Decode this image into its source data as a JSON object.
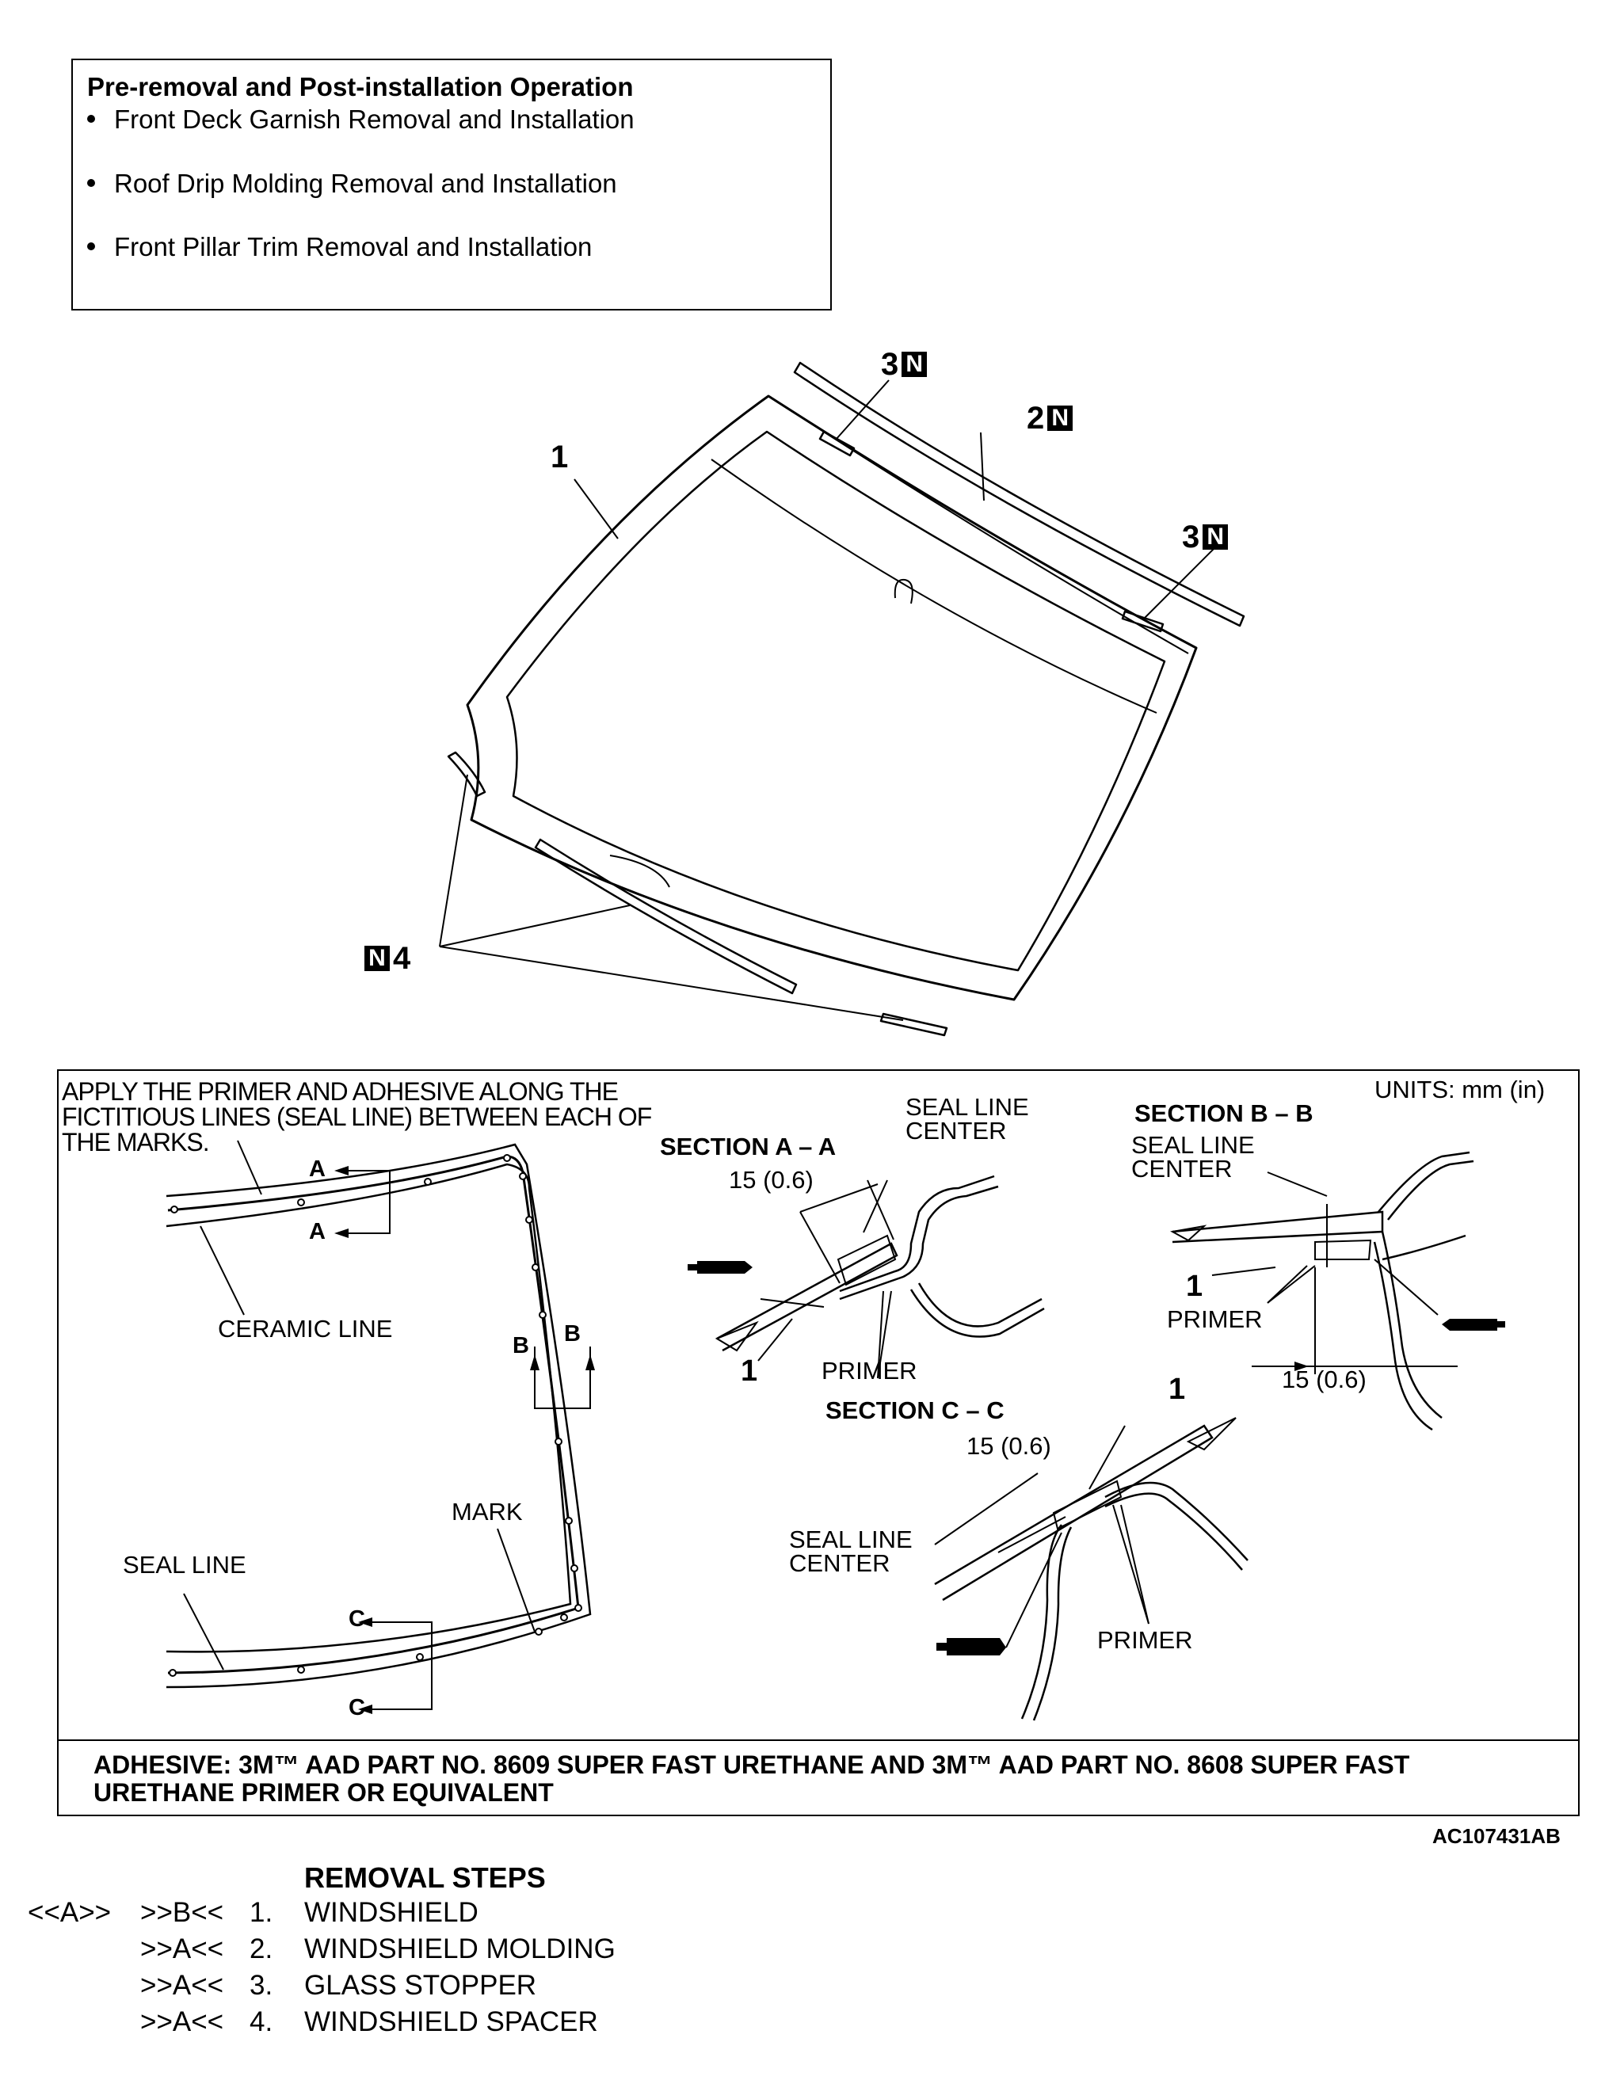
{
  "preop": {
    "title": "Pre-removal and Post-installation Operation",
    "items": [
      "Front Deck Garnish Removal and Installation",
      "Roof Drip Molding Removal and Installation",
      "Front Pillar Trim Removal and Installation"
    ]
  },
  "exploded": {
    "callouts": {
      "c1": "1",
      "c2_num": "2",
      "c2_mark": "N",
      "c3a_num": "3",
      "c3a_mark": "N",
      "c3b_num": "3",
      "c3b_mark": "N",
      "c4_mark": "N",
      "c4_num": "4"
    }
  },
  "detail": {
    "instruction": [
      "APPLY THE PRIMER AND ADHESIVE ALONG THE",
      "FICTITIOUS LINES (SEAL LINE) BETWEEN EACH OF",
      "THE MARKS."
    ],
    "units": "UNITS: mm (in)",
    "labels": {
      "ceramic_line": "CERAMIC LINE",
      "seal_line": "SEAL LINE",
      "mark": "MARK",
      "a_top": "A",
      "a_bot": "A",
      "b_left": "B",
      "b_right": "B",
      "c_top": "C",
      "c_bot": "C"
    },
    "section_aa": {
      "title": "SECTION A – A",
      "seal_center": [
        "SEAL LINE",
        "CENTER"
      ],
      "dim": "15 (0.6)",
      "primer": "PRIMER",
      "part": "1"
    },
    "section_bb": {
      "title": "SECTION B – B",
      "seal_center": [
        "SEAL LINE",
        "CENTER"
      ],
      "dim": "15 (0.6)",
      "primer": "PRIMER",
      "part": "1"
    },
    "section_cc": {
      "title": "SECTION C – C",
      "seal_center": [
        "SEAL LINE",
        "CENTER"
      ],
      "dim": "15 (0.6)",
      "primer": "PRIMER",
      "part": "1"
    },
    "adhesive": [
      "ADHESIVE: 3M™ AAD PART NO. 8609 SUPER FAST URETHANE AND 3M™ AAD PART NO. 8608 SUPER FAST",
      "URETHANE PRIMER OR EQUIVALENT"
    ]
  },
  "figure_id": "AC107431AB",
  "removal": {
    "heading": "REMOVAL STEPS",
    "steps": [
      {
        "ref1": "<<A>>",
        "ref2": ">>B<<",
        "num": "1.",
        "label": "WINDSHIELD"
      },
      {
        "ref1": "",
        "ref2": ">>A<<",
        "num": "2.",
        "label": "WINDSHIELD MOLDING"
      },
      {
        "ref1": "",
        "ref2": ">>A<<",
        "num": "3.",
        "label": "GLASS STOPPER"
      },
      {
        "ref1": "",
        "ref2": ">>A<<",
        "num": "4.",
        "label": "WINDSHIELD SPACER"
      }
    ]
  }
}
